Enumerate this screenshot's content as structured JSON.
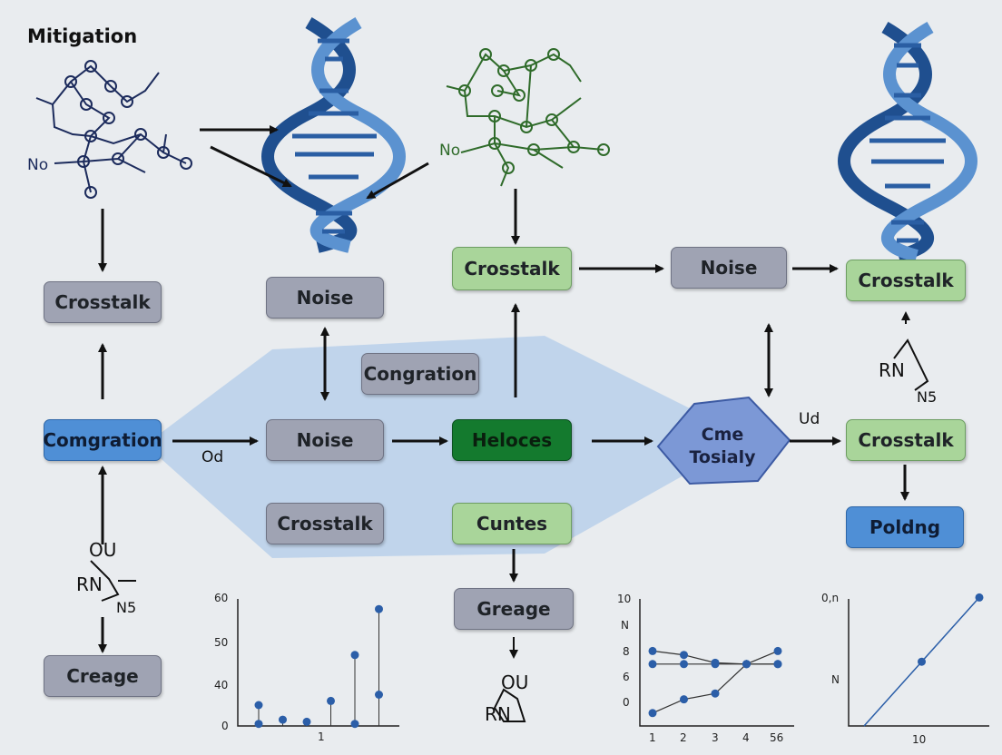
{
  "title": "Mitigation",
  "nodes": {
    "crosstalk_left": "Crosstalk",
    "noise_top": "Noise",
    "congration_center": "Congration",
    "crosstalk_top_mid": "Crosstalk",
    "noise_top_right": "Noise",
    "crosstalk_top_right": "Crosstalk",
    "comgration_left": "Comgration",
    "noise_center": "Noise",
    "heloces": "Heloces",
    "cme_tosialy": "Cme\nTosialy",
    "crosstalk_right": "Crosstalk",
    "crosstalk_bottom": "Crosstalk",
    "cuntes": "Cuntes",
    "poldng": "Poldng",
    "creage_left": "Creage",
    "greage_mid": "Greage"
  },
  "edge_labels": {
    "od": "Od",
    "ud": "Ud"
  },
  "molecules": {
    "left_no": "No",
    "mid_no": "No",
    "right_rn": "RN",
    "right_n5": "N5",
    "left_ou": "OU",
    "left_rn": "RN",
    "left_n5": "N5",
    "mid_ou": "OU",
    "mid_rn": "RN"
  },
  "colors": {
    "gray_box": "#9fa3b3",
    "green_box": "#a9d59a",
    "blue_box": "#4f8fd6",
    "dark_green_box": "#147a2e",
    "hexagon": "#7c98d6",
    "region": "#b9d0ea",
    "dna_dark": "#1f4f8f",
    "dna_light": "#5b92d0",
    "molecule_navy": "#1c2b5c",
    "molecule_green": "#2f6b2a"
  },
  "chart_data": [
    {
      "type": "scatter",
      "title": "",
      "y_ticks": [
        "60",
        "50",
        "40",
        "0"
      ],
      "x_ticks": [
        "1"
      ],
      "ylim": [
        0,
        60
      ],
      "points": [
        {
          "x": 1,
          "y": 10
        },
        {
          "x": 1,
          "y": 1
        },
        {
          "x": 2,
          "y": 3
        },
        {
          "x": 3,
          "y": 2
        },
        {
          "x": 4,
          "y": 12
        },
        {
          "x": 5,
          "y": 34
        },
        {
          "x": 5,
          "y": 1
        },
        {
          "x": 6,
          "y": 56
        },
        {
          "x": 6,
          "y": 15
        }
      ]
    },
    {
      "type": "line",
      "title": "",
      "y_ticks": [
        "10",
        "N",
        "8",
        "6",
        "0"
      ],
      "x_ticks": [
        "1",
        "2",
        "3",
        "4",
        "56"
      ],
      "series": [
        {
          "values": [
            [
              1,
              8
            ],
            [
              2,
              7.4
            ],
            [
              3,
              6.2
            ],
            [
              4,
              6
            ],
            [
              5,
              6
            ]
          ]
        },
        {
          "values": [
            [
              1,
              6
            ],
            [
              2,
              6
            ],
            [
              3,
              6
            ],
            [
              4,
              6
            ],
            [
              5,
              6
            ]
          ]
        },
        {
          "values": [
            [
              1,
              -1.5
            ],
            [
              2,
              0.6
            ],
            [
              3,
              1.5
            ],
            [
              4,
              6
            ],
            [
              5,
              8
            ]
          ]
        }
      ]
    },
    {
      "type": "line",
      "title": "",
      "y_ticks": [
        "0,n",
        "N"
      ],
      "x_ticks": [
        "10"
      ],
      "series": [
        {
          "values": [
            [
              0,
              0
            ],
            [
              10,
              6
            ],
            [
              20,
              12
            ]
          ]
        }
      ]
    }
  ]
}
